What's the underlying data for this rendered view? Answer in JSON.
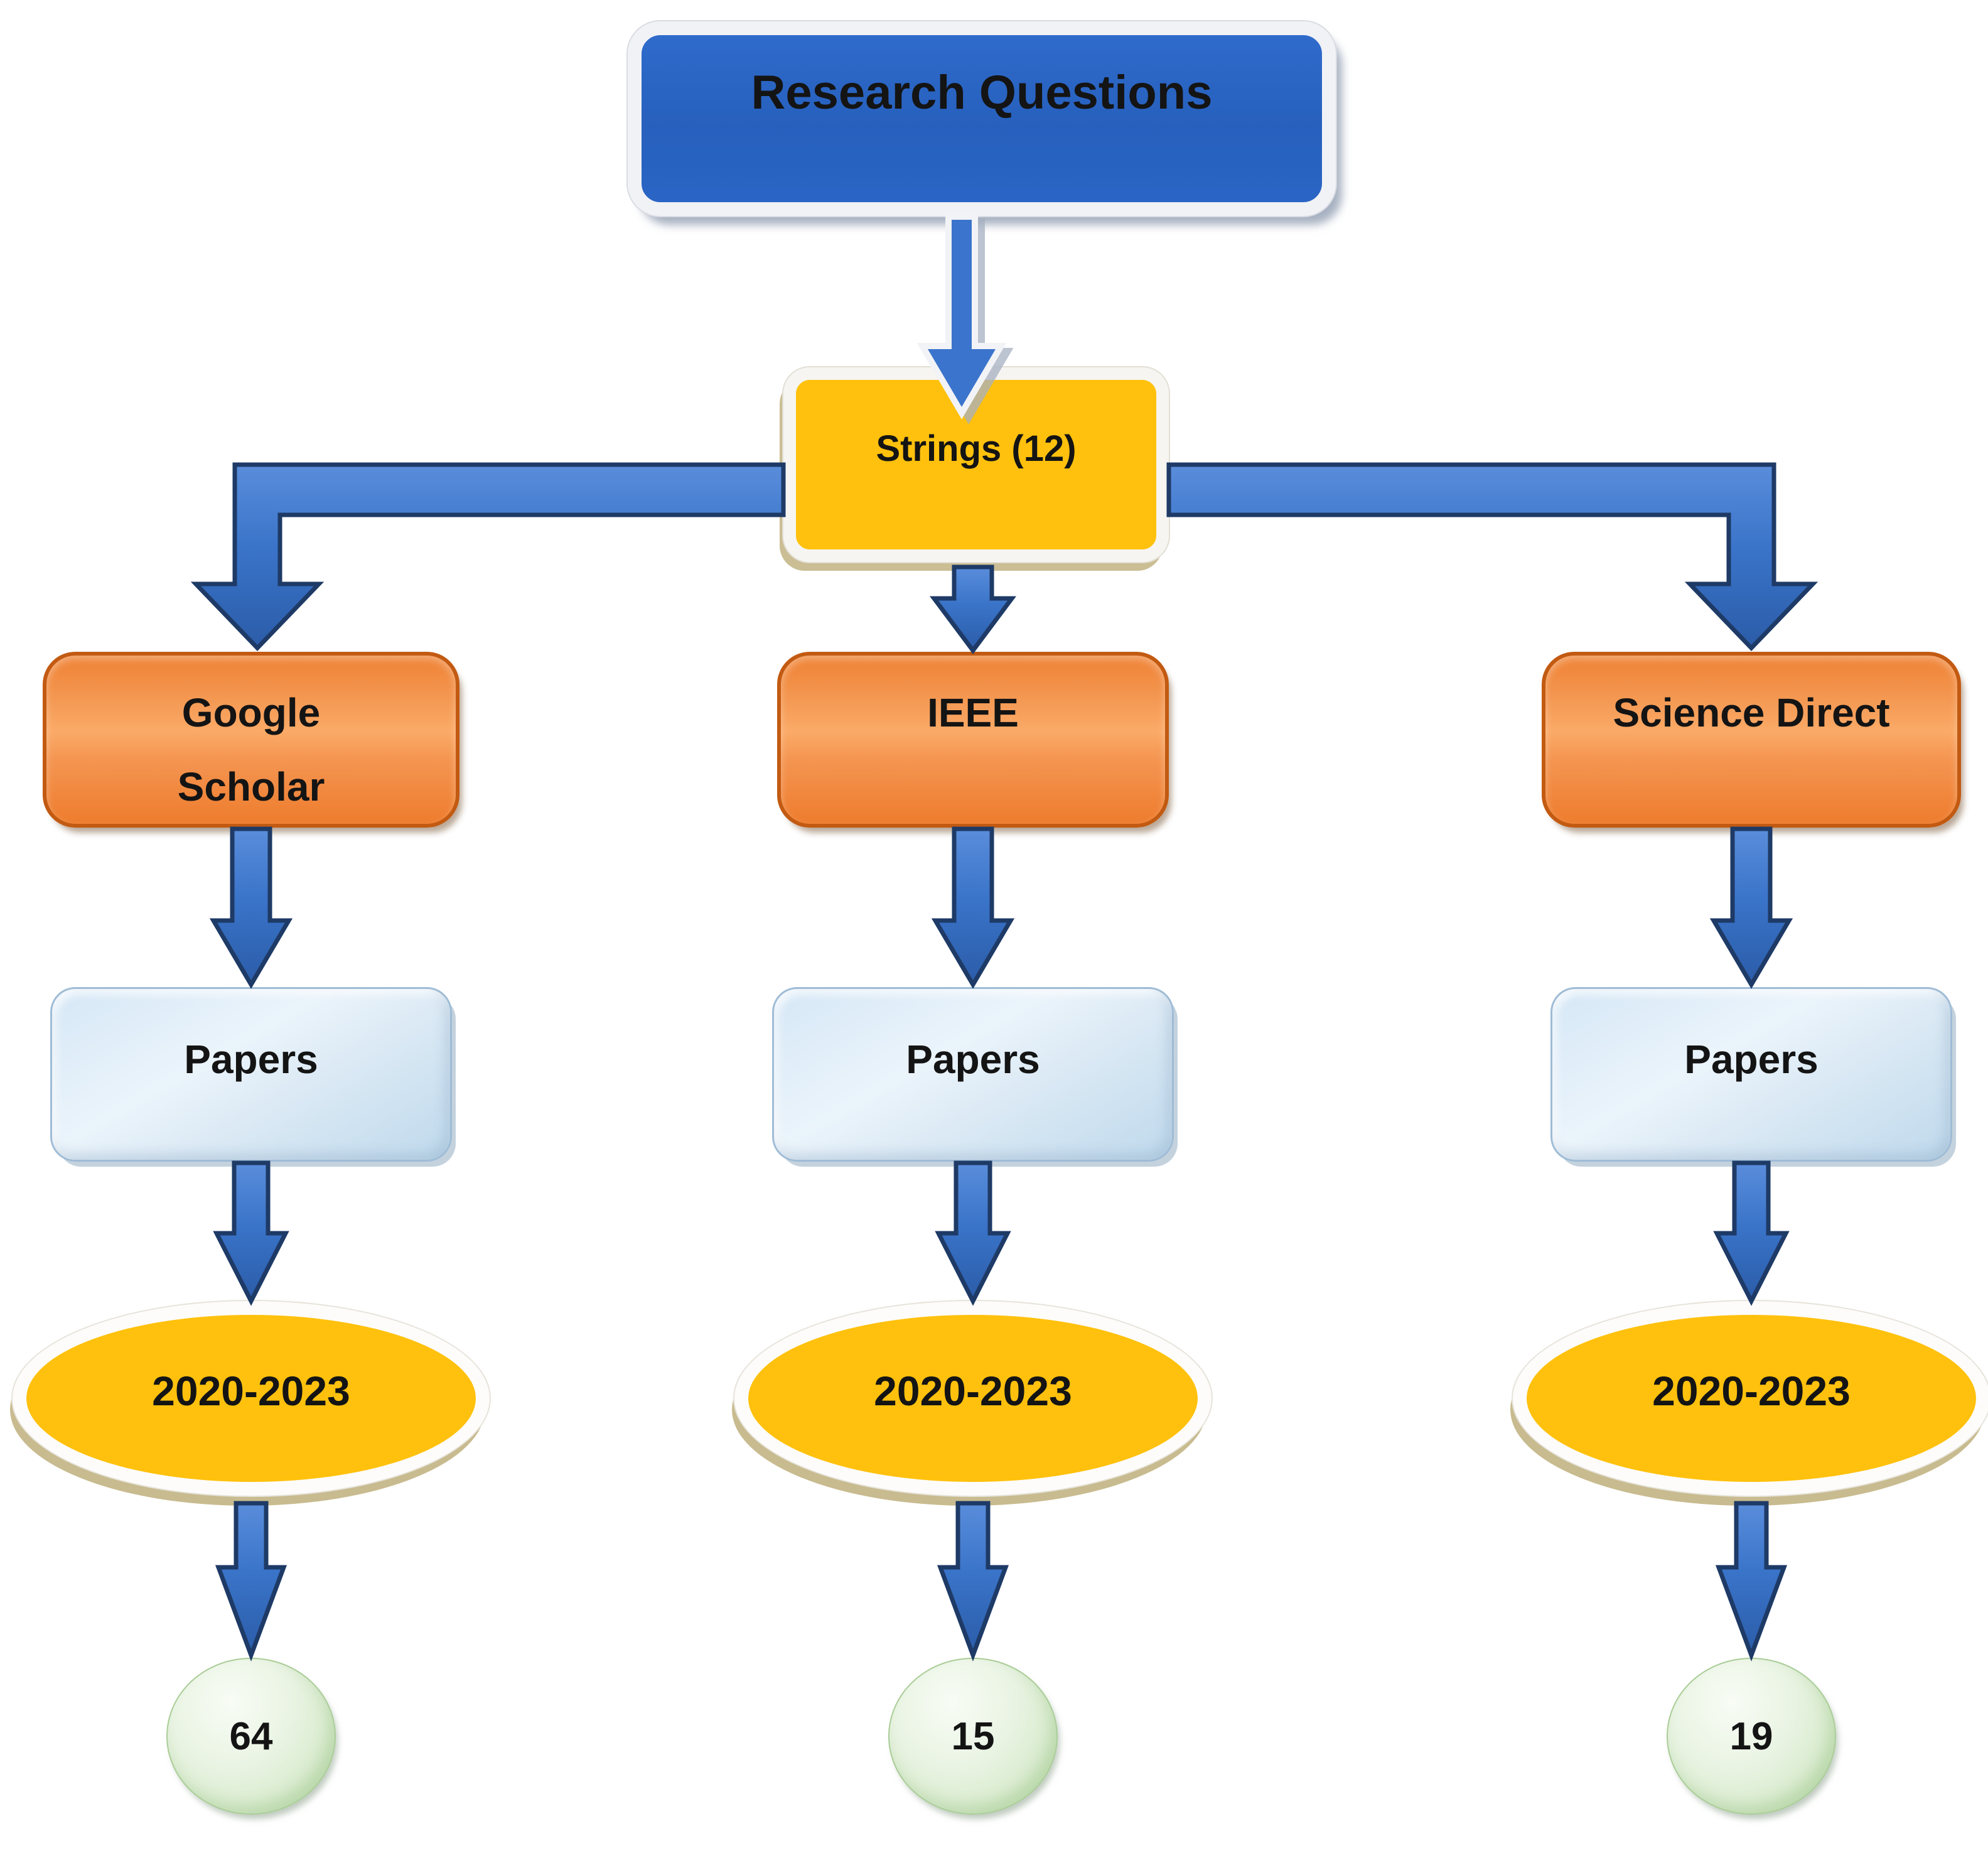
{
  "title": {
    "label": "Research Questions"
  },
  "strings": {
    "label": "Strings (12)"
  },
  "columns": [
    {
      "source": "Google\nScholar",
      "papers": "Papers",
      "range": "2020-2023",
      "count": "64"
    },
    {
      "source": "IEEE",
      "papers": "Papers",
      "range": "2020-2023",
      "count": "15"
    },
    {
      "source": "Science Direct",
      "papers": "Papers",
      "range": "2020-2023",
      "count": "19"
    }
  ],
  "colors": {
    "node_blue": "#2A65C5",
    "node_yellow": "#FFC10D",
    "node_orange": "#F79646",
    "orange_border": "#C25A12",
    "node_light_blue": "#DCEBF7",
    "node_green": "#E3F1DC",
    "arrow_blue": "#3A74C9",
    "arrow_outline": "#1E3A66",
    "shadow_tan": "#C8BB8F"
  }
}
